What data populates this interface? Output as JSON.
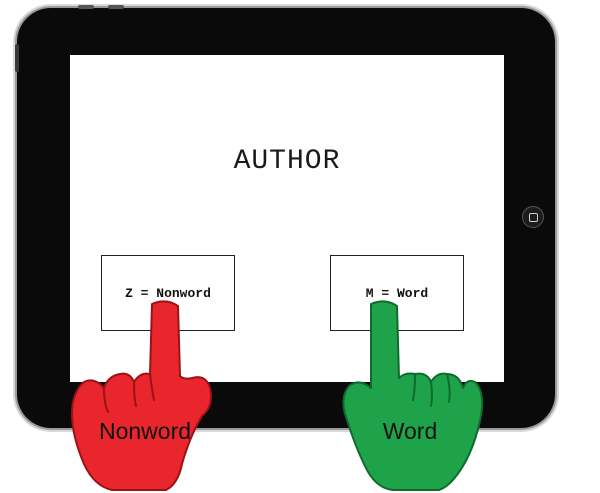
{
  "screen": {
    "stimulus_word": "AUTHOR",
    "left_key_label": "Z = Nonword",
    "right_key_label": "M = Word"
  },
  "hands": {
    "left_label": "Nonword",
    "right_label": "Word"
  },
  "colors": {
    "left_hand": "#e8262c",
    "right_hand": "#1fa34a",
    "tablet_body": "#0a0a0a",
    "screen_bg": "#ffffff"
  },
  "icons": {
    "home_button": "home-button-icon"
  }
}
